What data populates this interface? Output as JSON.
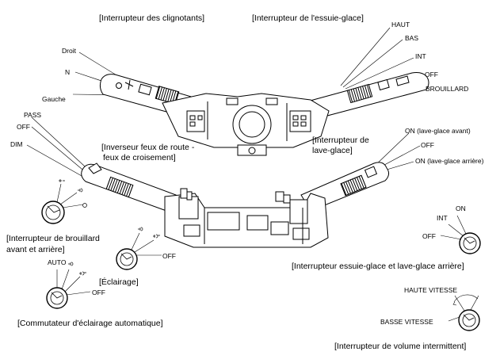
{
  "labels": {
    "turn_signal_switch": "[Interrupteur des clignotants]",
    "wiper_switch": "[Interrupteur de l'essuie-glace]",
    "beam_switch_l1": "[Inverseur feux de route -",
    "beam_switch_l2": "feux de croisement]",
    "washer_switch_l1": "[Interrupteur de",
    "washer_switch_l2": "lave-glace]",
    "fog_switch_l1": "[Interrupteur de brouillard",
    "fog_switch_l2": "avant et arrière]",
    "lighting": "[Éclairage]",
    "auto_light_switch": "[Commutateur d'éclairage automatique]",
    "rear_wiper_washer": "[Interrupteur essuie-glace et lave-glace arrière]",
    "intermittent_volume": "[Interrupteur de volume intermittent]"
  },
  "turn_positions": {
    "right": "Droit",
    "neutral": "N",
    "left": "Gauche"
  },
  "wiper_positions": {
    "high": "HAUT",
    "low": "BAS",
    "int": "INT",
    "off": "OFF",
    "mist": "BROUILLARD"
  },
  "beam_positions": {
    "pass": "PASS",
    "off": "OFF",
    "dim": "DIM"
  },
  "washer_positions": {
    "front": "ON (lave-glace avant)",
    "off": "OFF",
    "rear": "ON (lave-glace arrière)"
  },
  "rear_wiper_positions": {
    "on": "ON",
    "int": "INT",
    "off": "OFF"
  },
  "volume_positions": {
    "high": "HAUTE VITESSE",
    "low": "BASSE VITESSE"
  },
  "lighting_positions": {
    "off": "OFF"
  },
  "auto_positions": {
    "auto": "AUTO",
    "off": "OFF"
  }
}
